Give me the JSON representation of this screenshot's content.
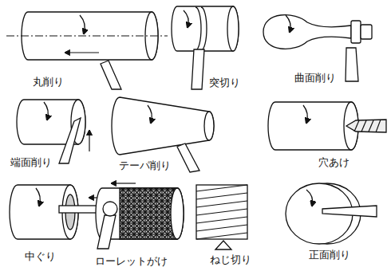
{
  "diagram": {
    "labels": [
      "丸削り",
      "突切り",
      "曲面削り",
      "端面削り",
      "テーパ削り",
      "穴あけ",
      "中ぐり",
      "ローレットがけ",
      "ねじ切り",
      "正面削り"
    ]
  }
}
